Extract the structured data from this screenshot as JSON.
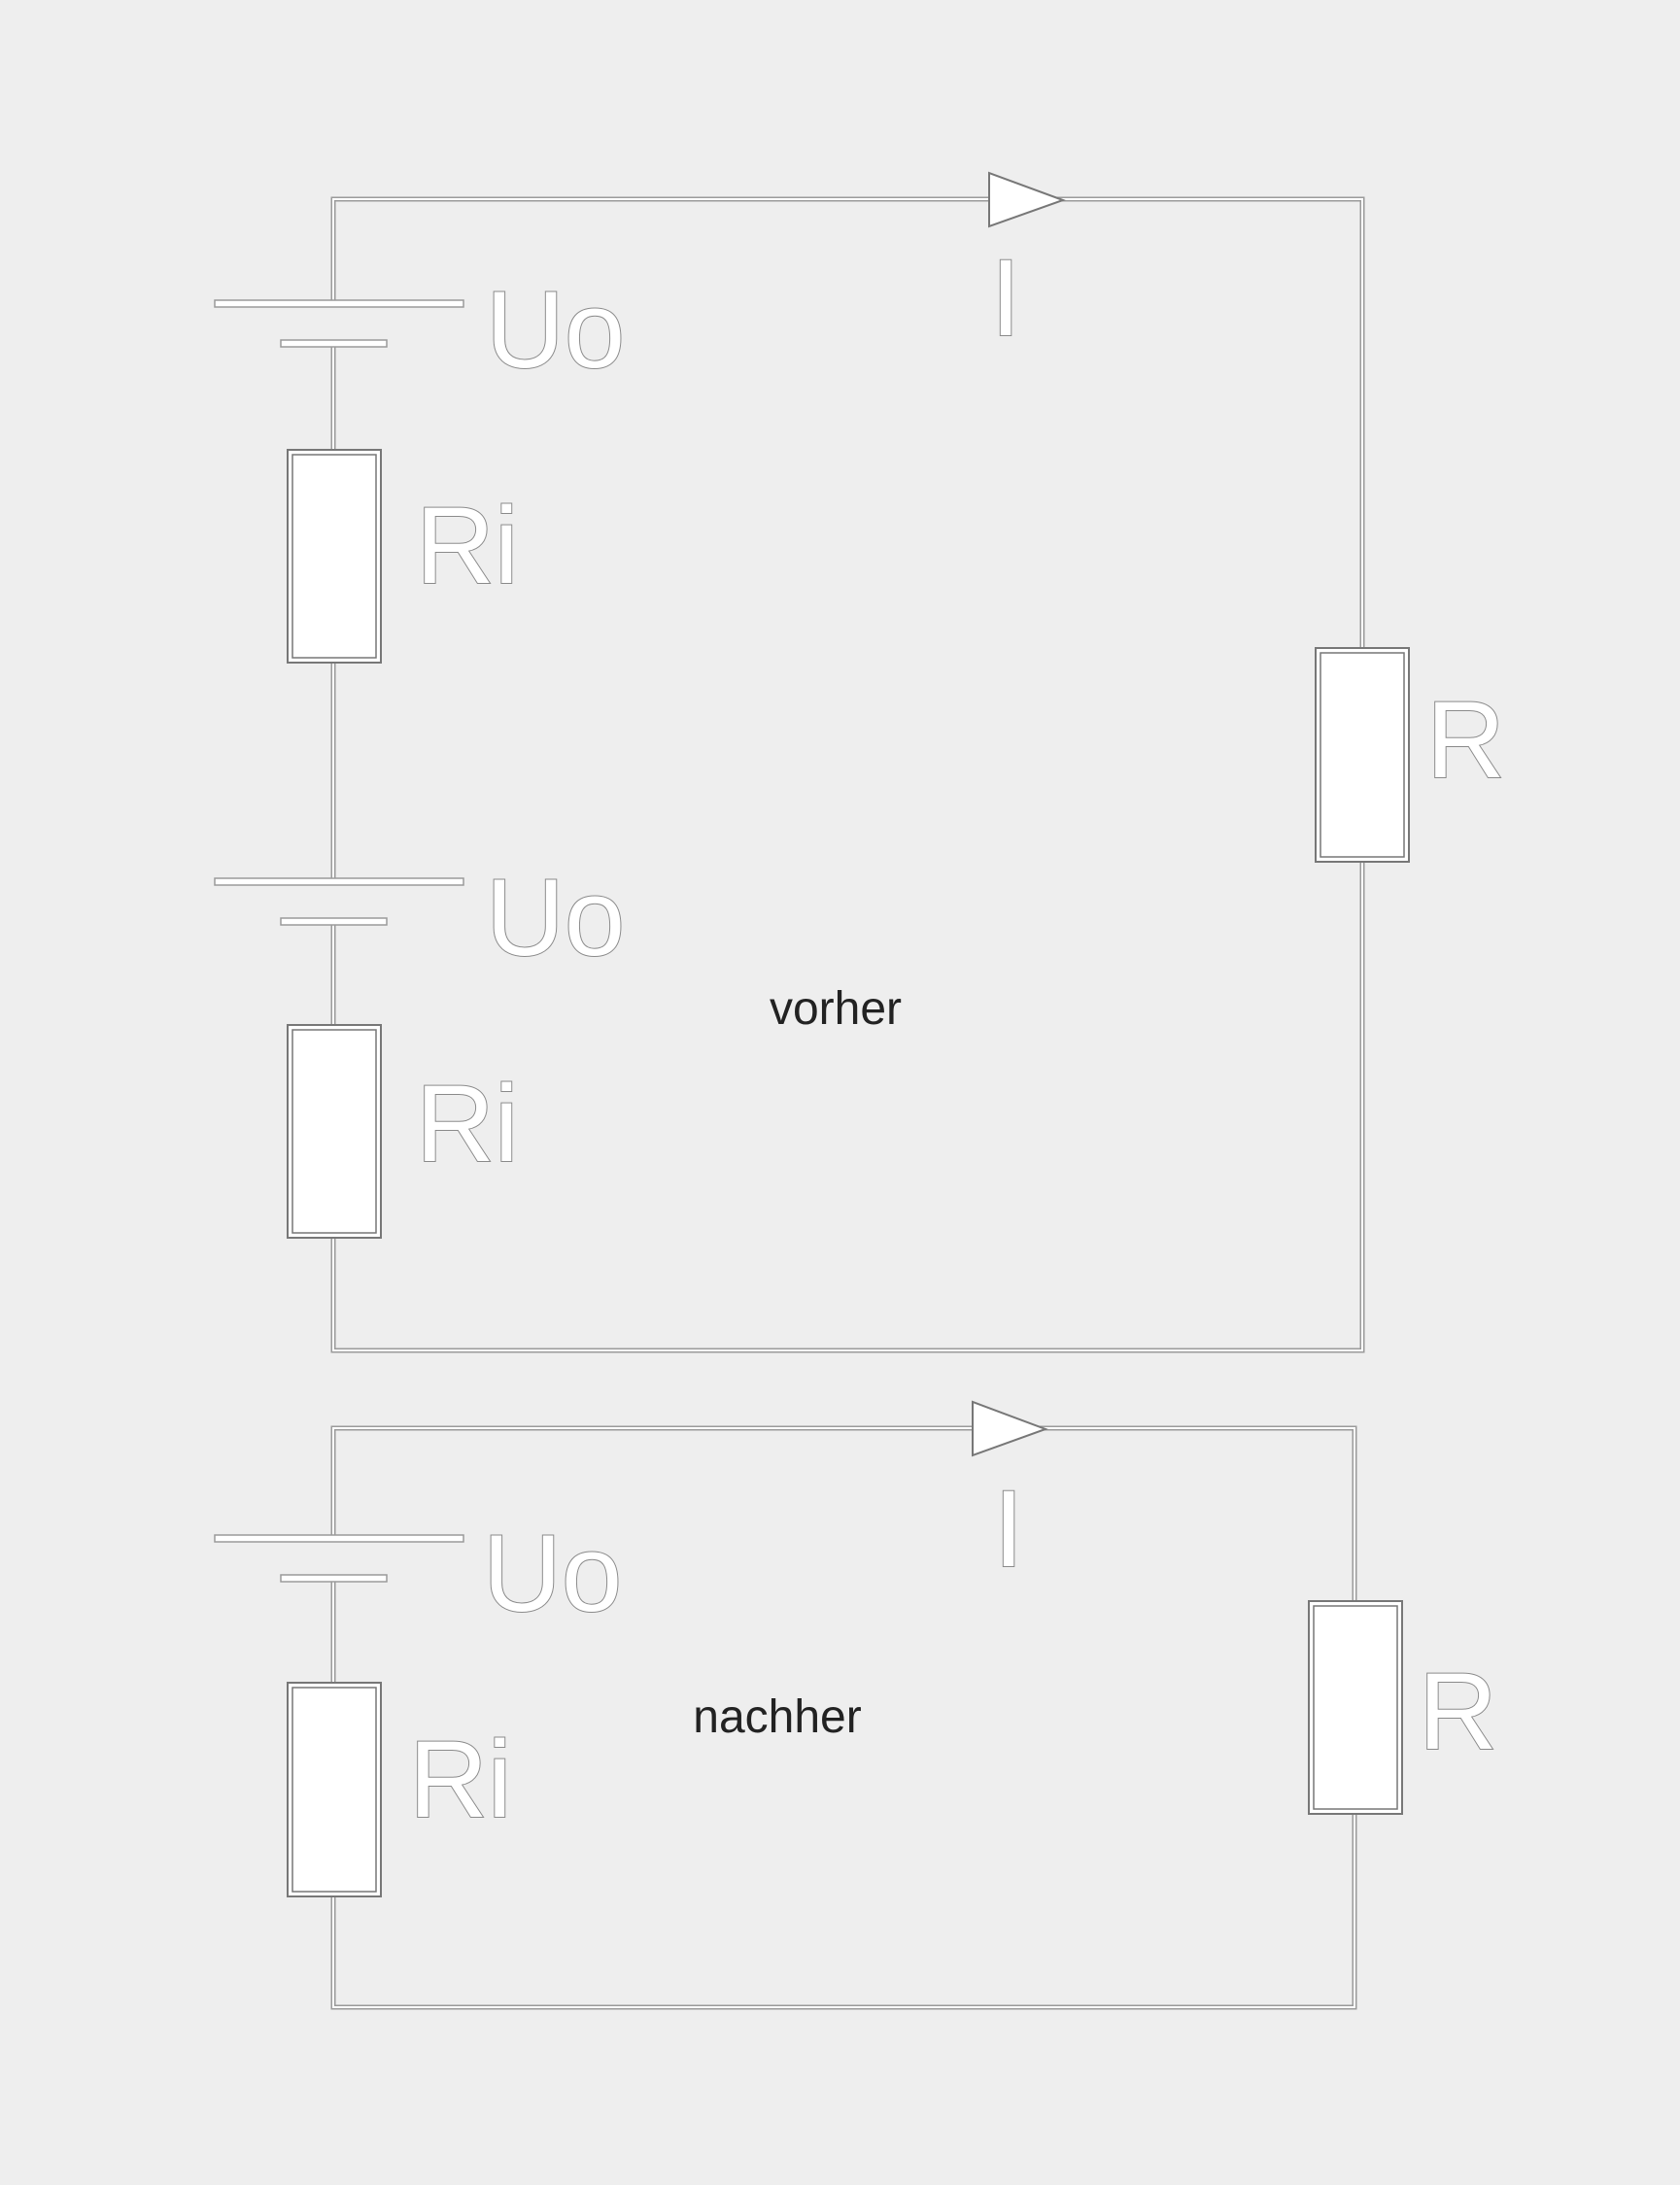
{
  "diagram": {
    "before": {
      "caption": "vorher",
      "current_label": "I",
      "source_labels": [
        "Uo",
        "Uo"
      ],
      "internal_resistor_labels": [
        "Ri",
        "Ri"
      ],
      "load_resistor_label": "R"
    },
    "after": {
      "caption": "nachher",
      "current_label": "I",
      "source_label": "Uo",
      "internal_resistor_label": "Ri",
      "load_resistor_label": "R"
    }
  }
}
